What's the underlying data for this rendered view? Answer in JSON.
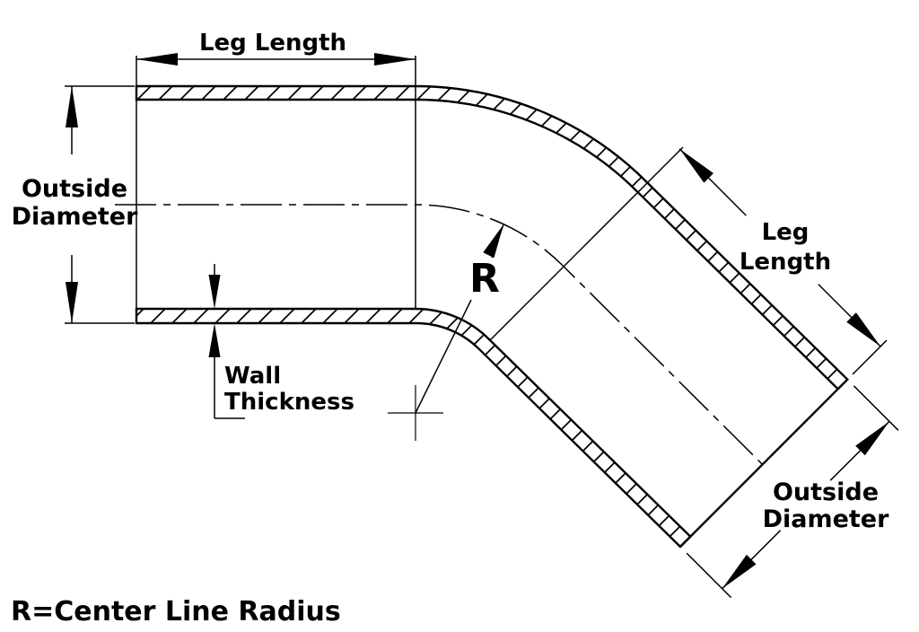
{
  "labels": {
    "leg_length_top": "Leg Length",
    "od_left_line1": "Outside",
    "od_left_line2": "Diameter",
    "wall_line1": "Wall",
    "wall_line2": "Thickness",
    "leg_right_line1": "Leg",
    "leg_right_line2": "Length",
    "radius_symbol": "R",
    "od_right_line1": "Outside",
    "od_right_line2": "Diameter",
    "footnote": "R=Center Line Radius"
  },
  "colors": {
    "ink": "#000000",
    "accent_red": "#e80000",
    "background": "#ffffff"
  }
}
